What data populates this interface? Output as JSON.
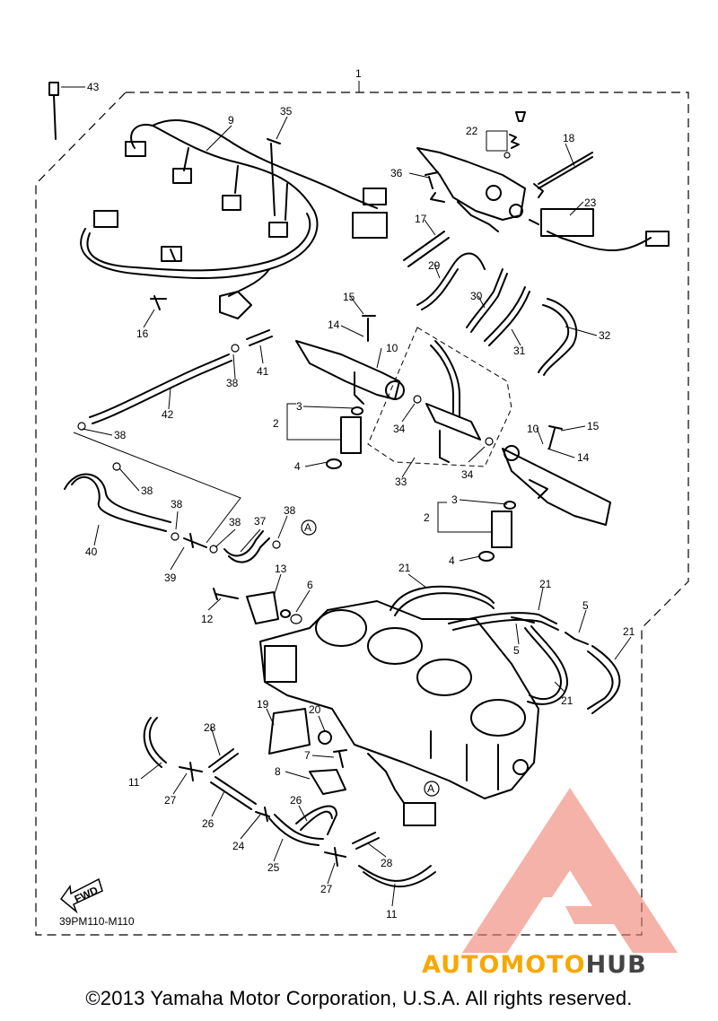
{
  "diagram": {
    "part_numbers": [
      "1",
      "2",
      "3",
      "4",
      "5",
      "6",
      "7",
      "8",
      "9",
      "10",
      "11",
      "12",
      "13",
      "14",
      "15",
      "16",
      "17",
      "18",
      "19",
      "20",
      "21",
      "22",
      "23",
      "24",
      "25",
      "26",
      "27",
      "28",
      "29",
      "30",
      "31",
      "32",
      "33",
      "34",
      "35",
      "36",
      "37",
      "38",
      "39",
      "40",
      "41",
      "42",
      "43"
    ],
    "reference_mark": "A",
    "direction_label": "FWD",
    "figure_code": "39PM110-M110",
    "copyright": "©2013 Yamaha Motor Corporation, U.S.A. All rights reserved."
  },
  "watermark": {
    "brand_a": "AUTOMOTO",
    "brand_b": "HUB",
    "color_a": "#f7a800",
    "color_b": "#444444",
    "triangle_color": "#f08070"
  }
}
